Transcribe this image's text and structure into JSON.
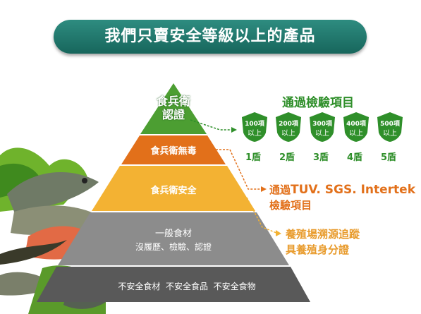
{
  "banner": {
    "title": "我們只賣安全等級以上的產品"
  },
  "pyramid": {
    "top": {
      "line1": "食兵衛",
      "line2": "認證"
    },
    "tier2": "食兵衛無毒",
    "tier3": "食兵衛安全",
    "tier4": {
      "line1": "一般食材",
      "line2": "沒履歷、檢驗、認證"
    },
    "tier5": "不安全食材  不安全食品  不安全食物"
  },
  "inspection": {
    "title": "通過檢驗項目",
    "shields": [
      {
        "top": "100項",
        "bottom": "以上",
        "caption": "1盾"
      },
      {
        "top": "200項",
        "bottom": "以上",
        "caption": "2盾"
      },
      {
        "top": "300項",
        "bottom": "以上",
        "caption": "3盾"
      },
      {
        "top": "400項",
        "bottom": "以上",
        "caption": "4盾"
      },
      {
        "top": "500項",
        "bottom": "以上",
        "caption": "5盾"
      }
    ]
  },
  "tuv": {
    "prefix": "通過",
    "orgs": "TUV. SGS. Intertek",
    "line2": "檢驗項目"
  },
  "trace": {
    "line1": "養殖場溯源追蹤",
    "line2": "具養殖身分證"
  },
  "colors": {
    "banner": "#1f7a6e",
    "green": "#2f8f2a",
    "orange": "#e2701a",
    "yellow": "#f3b233",
    "gray": "#8c8c8c",
    "dark": "#595959"
  }
}
